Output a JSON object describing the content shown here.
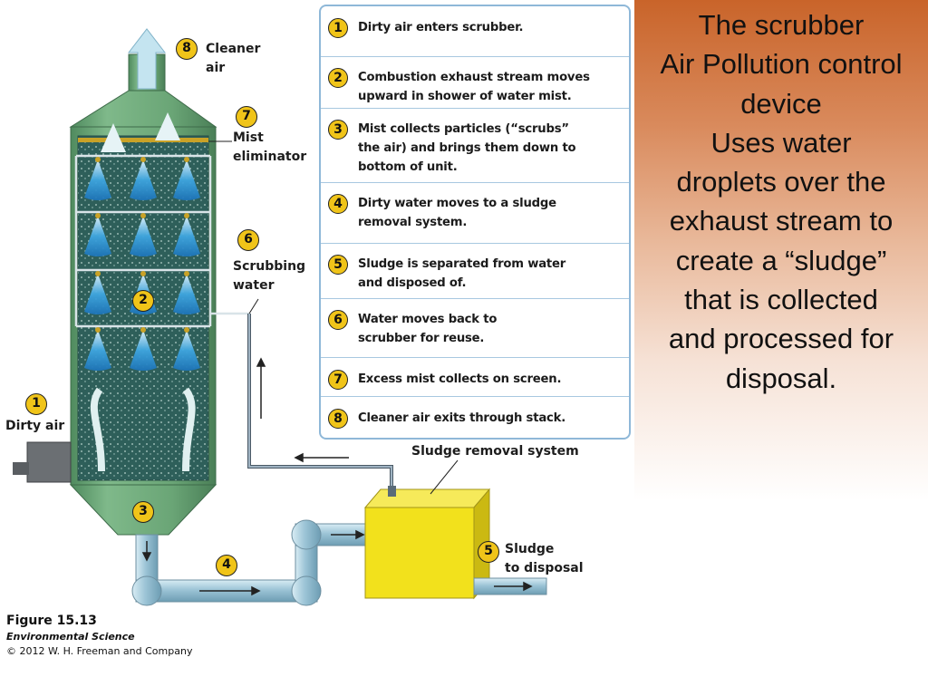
{
  "slide": {
    "text_lines": [
      "The scrubber",
      "Air Pollution control",
      "device",
      "Uses water",
      "droplets over the",
      "exhaust stream to",
      "create a “sludge”",
      "that is collected",
      "and processed for",
      "disposal."
    ]
  },
  "steps": [
    {
      "num": "1",
      "lines": [
        "Dirty air enters scrubber."
      ]
    },
    {
      "num": "2",
      "lines": [
        "Combustion exhaust stream moves",
        "upward in shower of water mist."
      ]
    },
    {
      "num": "3",
      "lines": [
        "Mist collects particles (“scrubs”",
        "the air) and brings them down to",
        "bottom of unit."
      ]
    },
    {
      "num": "4",
      "lines": [
        "Dirty water moves to a sludge",
        "removal system."
      ]
    },
    {
      "num": "5",
      "lines": [
        "Sludge is separated from water",
        "and disposed of."
      ]
    },
    {
      "num": "6",
      "lines": [
        "Water moves back to",
        "scrubber for reuse."
      ]
    },
    {
      "num": "7",
      "lines": [
        "Excess mist collects on screen."
      ]
    },
    {
      "num": "8",
      "lines": [
        "Cleaner air exits through stack."
      ]
    }
  ],
  "labels": {
    "cleaner_air": [
      "Cleaner",
      "air"
    ],
    "mist_eliminator": [
      "Mist",
      "eliminator"
    ],
    "scrubbing_water": [
      "Scrubbing",
      "water"
    ],
    "dirty_air": "Dirty air",
    "sludge_removal": "Sludge removal system",
    "sludge_disposal": [
      "Sludge",
      "to disposal"
    ]
  },
  "markers": {
    "cleaner_air": "8",
    "mist_eliminator": "7",
    "scrubbing_water": "6",
    "dirty_air": "1",
    "stream": "2",
    "bottom": "3",
    "pipe": "4",
    "disposal": "5"
  },
  "caption": {
    "figure": "Figure 15.13",
    "book": "Environmental Science",
    "credit": "© 2012 W. H. Freeman and Company"
  },
  "colors": {
    "marker_fill": "#f0c419",
    "tower_green": "#6fa97a",
    "pipe_blue": "#9cc4d6",
    "box_yellow": "#f2e11c",
    "accent_orange": "#c9642a"
  }
}
